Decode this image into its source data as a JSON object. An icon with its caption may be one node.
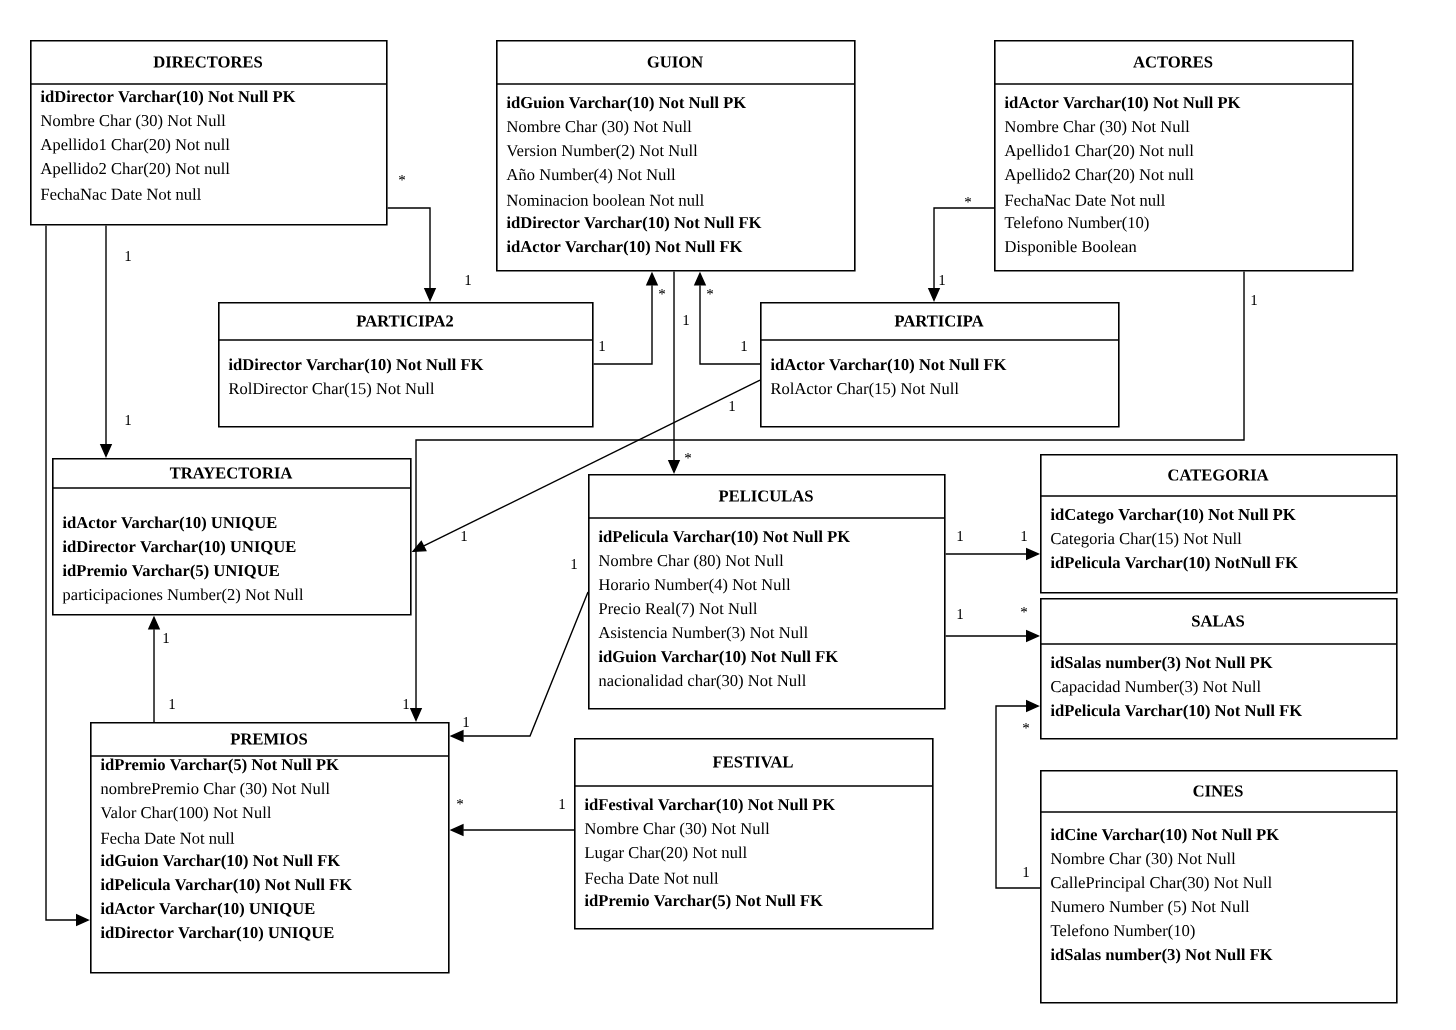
{
  "diagram": {
    "nodes": [
      {
        "text": [
          "DIRECTORES",
          "**idDirector Varchar(10) Not Null  PK**",
          "Nombre  Char (30) Not Null",
          "Apellido1 Char(20) Not null",
          "Apellido2 Char(20) Not null",
          "FechaNac  Date Not null"
        ]
      },
      {
        "text": [
          "GUION",
          "**idGuion Varchar(10) Not Null  PK**",
          "Nombre  Char (30) Not Null",
          "Version  Number(2) Not Null",
          "Año     Number(4) Not Null",
          "Nominacion boolean Not null",
          "**idDirector Varchar(10) Not Null FK**",
          "**idActor Varchar(10) Not Null FK**"
        ]
      },
      {
        "text": [
          "ACTORES",
          "**idActor Varchar(10) Not Null  PK**",
          "Nombre  Char (30) Not Null",
          "Apellido1 Char(20) Not null",
          "Apellido2 Char(20) Not null",
          "FechaNac  Date Not null",
          "Telefono  Number(10)",
          "Disponible Boolean"
        ]
      },
      {
        "text": [
          "PARTICIPA2",
          "**idDirector  Varchar(10) Not Null   FK**",
          "RolDirector   Char(15) Not Null"
        ]
      },
      {
        "text": [
          "PARTICIPA",
          "**idActor  Varchar(10) Not Null    FK**",
          "RolActor   Char(15) Not Null"
        ]
      },
      {
        "text": [
          "TRAYECTORIA",
          "**idActor Varchar(10) UNIQUE**",
          "**idDirector Varchar(10) UNIQUE**",
          "**idPremio Varchar(5) UNIQUE**",
          "participaciones Number(2) Not Null"
        ]
      },
      {
        "text": [
          "PELICULAS",
          "**idPelicula Varchar(10) Not Null  PK**",
          "Nombre  Char (80) Not Null",
          "Horario  Number(4) Not Null",
          "Precio   Real(7) Not Null",
          "Asistencia Number(3) Not Null",
          "**idGuion Varchar(10) Not Null FK**",
          "nacionalidad char(30) Not Null"
        ]
      },
      {
        "text": [
          "CATEGORIA",
          "**idCatego  Varchar(10) Not Null    PK**",
          "Categoria   Char(15) Not Null",
          "**idPelicula  Varchar(10) NotNull FK**"
        ]
      },
      {
        "text": [
          "SALAS",
          "**idSalas number(3) Not Null  PK**",
          "Capacidad Number(3) Not Null",
          "**idPelicula Varchar(10) Not Null FK**"
        ]
      },
      {
        "text": [
          "CINES",
          "**idCine Varchar(10) Not Null  PK**",
          "Nombre  Char (30) Not Null",
          "CallePrincipal Char(30) Not Null",
          "Numero    Number (5) Not Null",
          "Telefono Number(10)",
          "**idSalas number(3) Not Null FK**"
        ]
      },
      {
        "text": [
          "PREMIOS",
          "**idPremio Varchar(5) Not Null  PK**",
          "nombrePremio  Char (30) Not Null",
          "Valor Char(100) Not Null",
          "Fecha  Date Not null",
          "**idGuion Varchar(10) Not Null  FK**",
          "**idPelicula Varchar(10) Not Null FK**",
          "**idActor  Varchar(10) UNIQUE**",
          "**idDirector Varchar(10) UNIQUE**"
        ]
      },
      {
        "text": [
          "FESTIVAL",
          "**idFestival Varchar(10) Not Null  PK**",
          "Nombre  Char (30) Not Null",
          "Lugar Char(20) Not null",
          "Fecha  Date Not null",
          "**idPremio Varchar(5) Not Null  FK**"
        ]
      }
    ],
    "edges": [
      {
        "from": 0,
        "to": 3,
        "arrow": "to"
      },
      {
        "from": 0,
        "to": 5,
        "arrow": "to"
      },
      {
        "from": 0,
        "to": 10,
        "arrow": "to"
      },
      {
        "from": 3,
        "to": 1,
        "arrow": "to"
      },
      {
        "from": 4,
        "to": 1,
        "arrow": "to"
      },
      {
        "from": 1,
        "to": 6,
        "arrow": "to"
      },
      {
        "from": 2,
        "to": 4,
        "arrow": "to"
      },
      {
        "from": 2,
        "to": 10,
        "arrow": "to"
      },
      {
        "from": 4,
        "to": 5,
        "arrow": "to"
      },
      {
        "from": 6,
        "to": 10,
        "arrow": "to"
      },
      {
        "from": 6,
        "to": 7,
        "arrow": "to"
      },
      {
        "from": 6,
        "to": 8,
        "arrow": "to"
      },
      {
        "from": 9,
        "to": 8,
        "arrow": "to"
      },
      {
        "from": 10,
        "to": 5,
        "arrow": "to"
      },
      {
        "from": 11,
        "to": 10,
        "arrow": "to"
      }
    ],
    "labels": [
      "*",
      "*",
      "1",
      "1",
      "1",
      "1",
      "*",
      "*",
      "1",
      "1",
      "1",
      "1",
      "1",
      "*",
      "1",
      "1",
      "1",
      "1",
      "*",
      "1",
      "1",
      "1",
      "1",
      "1",
      "*",
      "*",
      "1",
      "1"
    ]
  }
}
